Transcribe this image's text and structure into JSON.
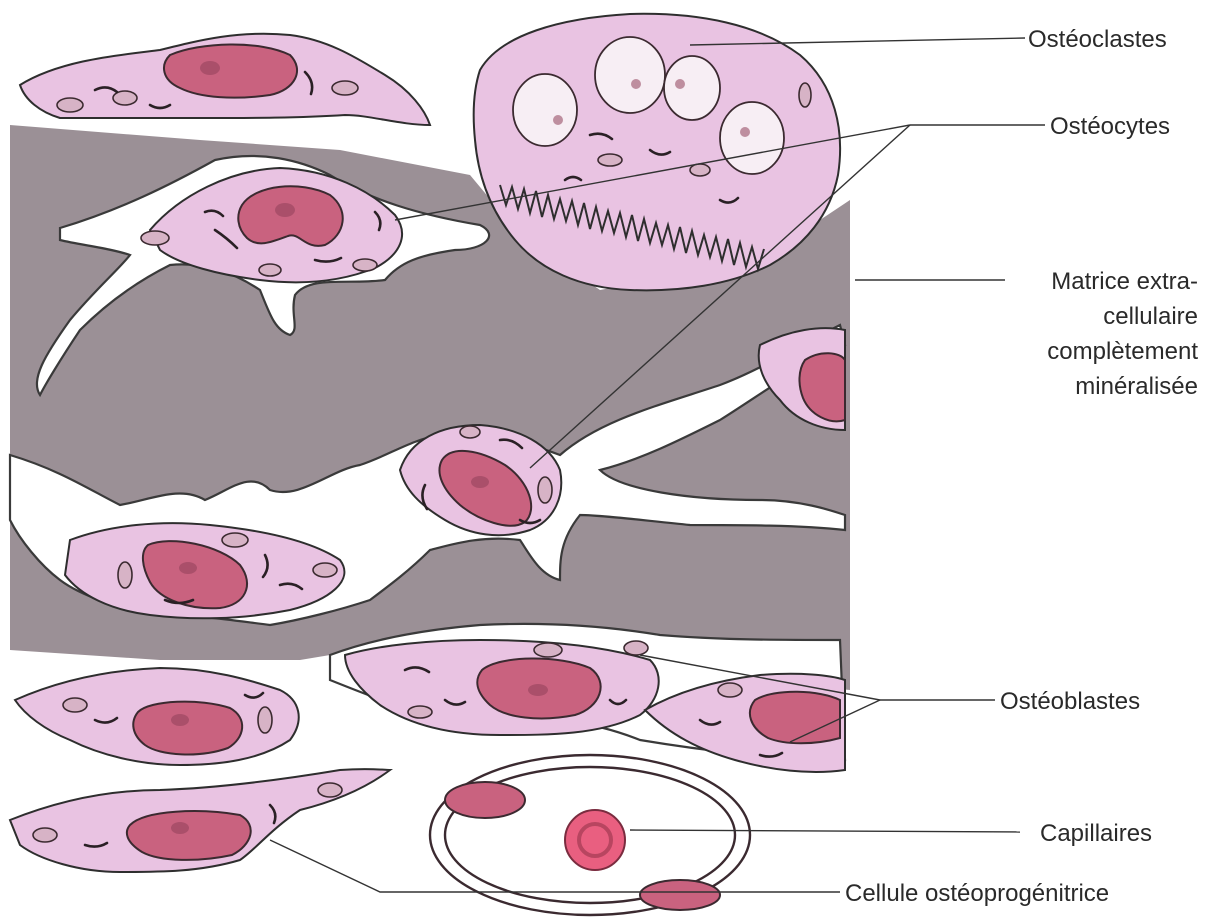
{
  "labels": {
    "osteoclastes": "Ostéoclastes",
    "osteocytes": "Ostéocytes",
    "matrice": [
      "Matrice extra-",
      "cellulaire",
      "complètement",
      "minéralisée"
    ],
    "osteoblastes": "Ostéoblastes",
    "capillaires": "Capillaires",
    "progenitrice": "Cellule ostéoprogénitrice"
  },
  "colors": {
    "matrix": "#9b9096",
    "cell_cytoplasm": "#e9c3e2",
    "nucleus": "#c9627f",
    "red_blood_cell": "#e95f80"
  }
}
